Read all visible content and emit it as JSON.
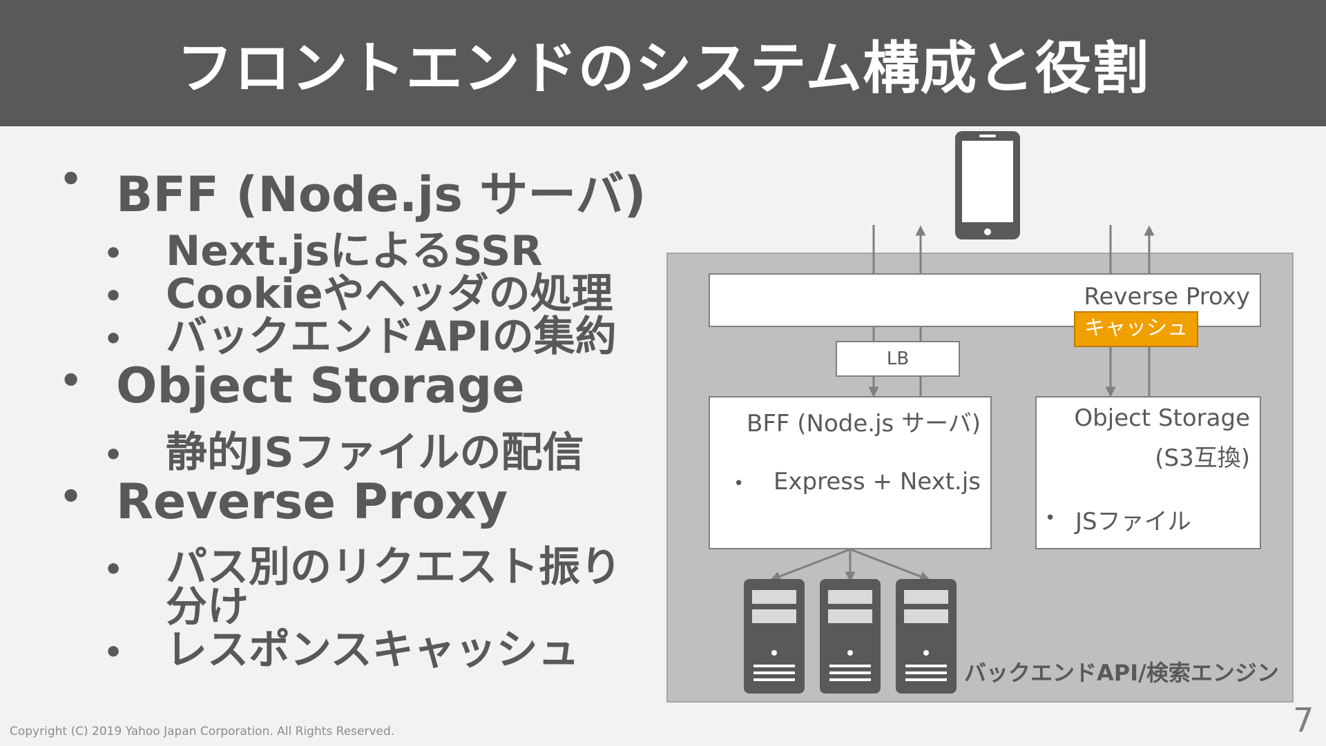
{
  "title": "フロントエンドのシステム構成と役割",
  "bullets": {
    "bff": "BFF (Node.js サーバ)",
    "bff_items": [
      "Next.jsによるSSR",
      "Cookieやヘッダの処理",
      "バックエンドAPIの集約"
    ],
    "storage": "Object Storage",
    "storage_items": [
      "静的JSファイルの配信"
    ],
    "proxy": "Reverse Proxy",
    "proxy_items": [
      "パス別のリクエスト振り",
      "分け",
      "レスポンスキャッシュ"
    ],
    "dot": "•"
  },
  "diagram": {
    "reverse_proxy": "Reverse Proxy",
    "cache": "キャッシュ",
    "lb": "LB",
    "bff_title": "BFF (Node.js サーバ)",
    "bff_item": "Express + Next.js",
    "storage_title": "Object Storage",
    "storage_subtitle": "(S3互換)",
    "storage_item": "JSファイル",
    "backend_label": "バックエンドAPI/検索エンジン",
    "phone_icon": "smartphone-icon",
    "server_icon": "server-icon"
  },
  "footer": "Copyright (C) 2019 Yahoo Japan Corporation. All Rights Reserved.",
  "page_number": "7",
  "colors": {
    "title_bg": "#595959",
    "text": "#595959",
    "panel": "#bfbfbf",
    "cache": "#f0a000",
    "icon": "#595959"
  }
}
